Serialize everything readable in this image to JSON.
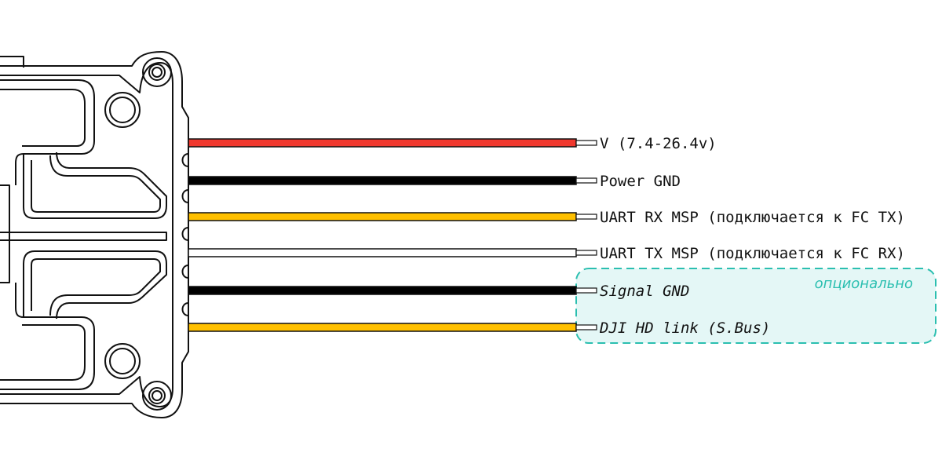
{
  "wires": [
    {
      "id": "vcc",
      "label": "V (7.4-26.4v)",
      "color": "#f0382e",
      "italic": false
    },
    {
      "id": "pgnd",
      "label": "Power GND",
      "color": "#000000",
      "italic": false
    },
    {
      "id": "uart-rx",
      "label": "UART RX MSP (подключается к FC TX)",
      "color": "#ffc000",
      "italic": false
    },
    {
      "id": "uart-tx",
      "label": "UART TX MSP (подключается к FC RX)",
      "color": "#ffffff",
      "italic": false
    },
    {
      "id": "sgnd",
      "label": "Signal GND",
      "color": "#000000",
      "italic": true
    },
    {
      "id": "sbus",
      "label": "DJI HD link (S.Bus)",
      "color": "#ffc000",
      "italic": true
    }
  ],
  "optional_group": {
    "label": "опционально",
    "color": "#2bbfb0",
    "fill": "#e4f7f6"
  },
  "outline_color": "#111111"
}
